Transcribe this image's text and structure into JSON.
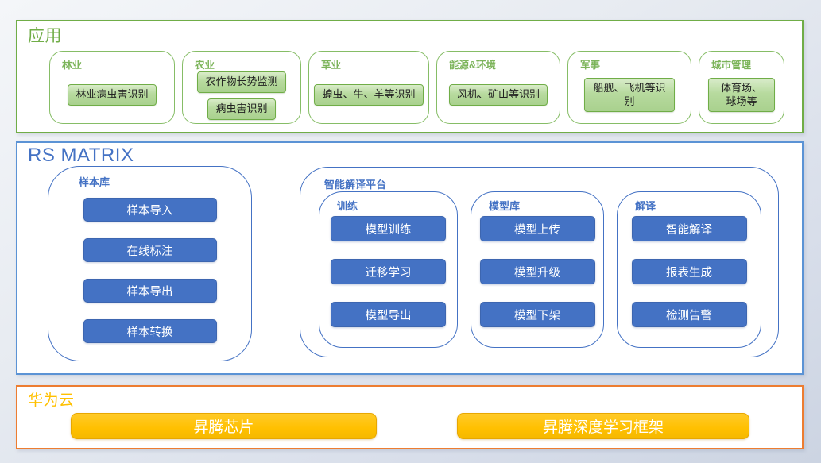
{
  "colors": {
    "green_accent": "#70AD47",
    "green_fill": "#A9D18E",
    "blue_accent": "#4472C4",
    "blue_border_light": "#5B93D5",
    "orange_border": "#ED7D31",
    "gold_fill": "#FFC000"
  },
  "applications": {
    "title": "应用",
    "groups": [
      {
        "title": "林业",
        "items": [
          "林业病虫害识别"
        ]
      },
      {
        "title": "农业",
        "items": [
          "农作物长势监测",
          "病虫害识别"
        ]
      },
      {
        "title": "草业",
        "items": [
          "蝗虫、牛、羊等识别"
        ]
      },
      {
        "title": "能源&环境",
        "items": [
          "风机、矿山等识别"
        ]
      },
      {
        "title": "军事",
        "items": [
          "船舰、飞机等识别"
        ]
      },
      {
        "title": "城市管理",
        "items": [
          "体育场、球场等"
        ]
      }
    ]
  },
  "rs_matrix": {
    "title": "RS MATRIX",
    "sample_library": {
      "title": "样本库",
      "items": [
        "样本导入",
        "在线标注",
        "样本导出",
        "样本转换"
      ]
    },
    "platform": {
      "title": "智能解译平台",
      "groups": [
        {
          "title": "训练",
          "items": [
            "模型训练",
            "迁移学习",
            "模型导出"
          ]
        },
        {
          "title": "模型库",
          "items": [
            "模型上传",
            "模型升级",
            "模型下架"
          ]
        },
        {
          "title": "解译",
          "items": [
            "智能解译",
            "报表生成",
            "检测告警"
          ]
        }
      ]
    }
  },
  "huawei_cloud": {
    "title": "华为云",
    "items": [
      "昇腾芯片",
      "昇腾深度学习框架"
    ]
  }
}
